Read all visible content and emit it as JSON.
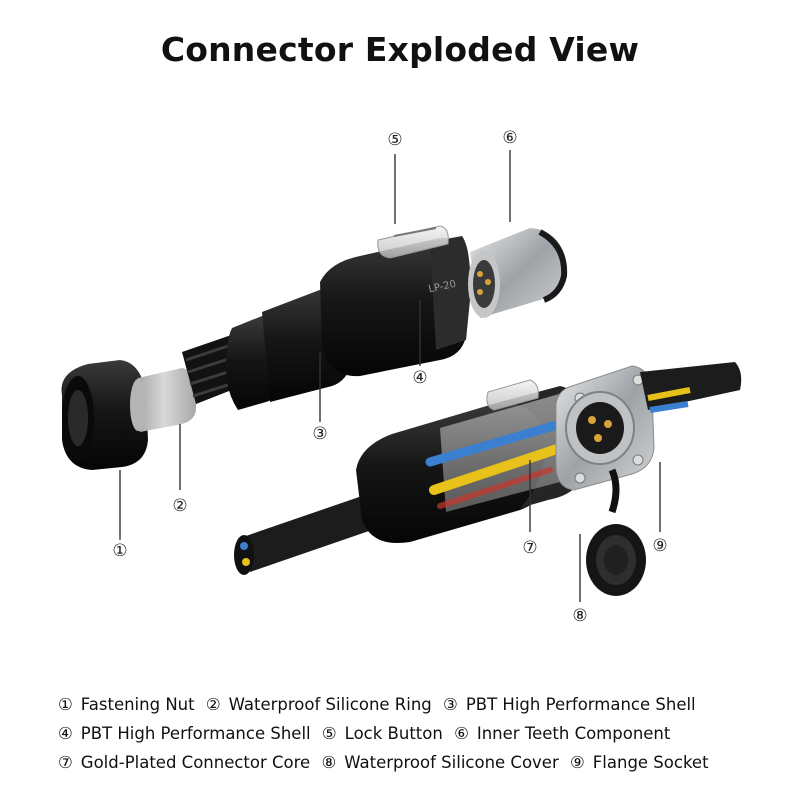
{
  "title": "Connector Exploded View",
  "product_mark": "LP-20",
  "callouts": [
    {
      "id": "c1",
      "mark": "①"
    },
    {
      "id": "c2",
      "mark": "②"
    },
    {
      "id": "c3",
      "mark": "③"
    },
    {
      "id": "c4",
      "mark": "④"
    },
    {
      "id": "c5",
      "mark": "⑤"
    },
    {
      "id": "c6",
      "mark": "⑥"
    },
    {
      "id": "c7",
      "mark": "⑦"
    },
    {
      "id": "c8",
      "mark": "⑧"
    },
    {
      "id": "c9",
      "mark": "⑨"
    }
  ],
  "legend": [
    [
      {
        "mark": "①",
        "label": "Fastening Nut"
      },
      {
        "mark": "②",
        "label": "Waterproof Silicone Ring"
      },
      {
        "mark": "③",
        "label": "PBT High Performance Shell"
      }
    ],
    [
      {
        "mark": "④",
        "label": "PBT High Performance Shell"
      },
      {
        "mark": "⑤",
        "label": "Lock Button"
      },
      {
        "mark": "⑥",
        "label": "Inner Teeth Component"
      }
    ],
    [
      {
        "mark": "⑦",
        "label": "Gold-Plated Connector Core"
      },
      {
        "mark": "⑧",
        "label": "Waterproof Silicone Cover"
      },
      {
        "mark": "⑨",
        "label": "Flange Socket"
      }
    ]
  ],
  "colors": {
    "background": "#ffffff",
    "plastic_black": "#1a1a1a",
    "silicone_gray": "#c8c8c8",
    "metal_silver": "#b9bcc0",
    "wire_yellow": "#e8c21a",
    "wire_blue": "#3a7fd0",
    "wire_red": "#c7372d",
    "leader_line": "#333333"
  }
}
